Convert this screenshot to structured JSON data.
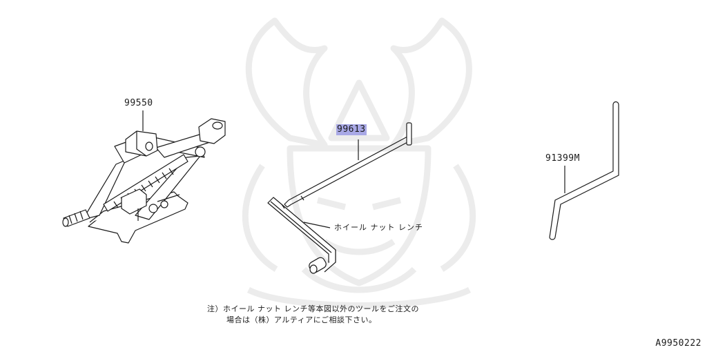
{
  "parts": {
    "jack": {
      "number": "99550"
    },
    "bar": {
      "number": "99613"
    },
    "bent_rod": {
      "number": "91399M"
    }
  },
  "wrench_label": "ホイール ナット レンチ",
  "note": {
    "line1": "注）ホイール ナット レンチ等本図以外のツールをご注文の",
    "line2": "場合は（株）アルティアにご相談下さい。"
  },
  "diagram_code": "A9950222",
  "colors": {
    "highlight": "#a9a9e6",
    "line": "#1a1a1a",
    "watermark": "#eeeeee"
  },
  "icons": {
    "watermark": "samurai-helmet-icon"
  }
}
